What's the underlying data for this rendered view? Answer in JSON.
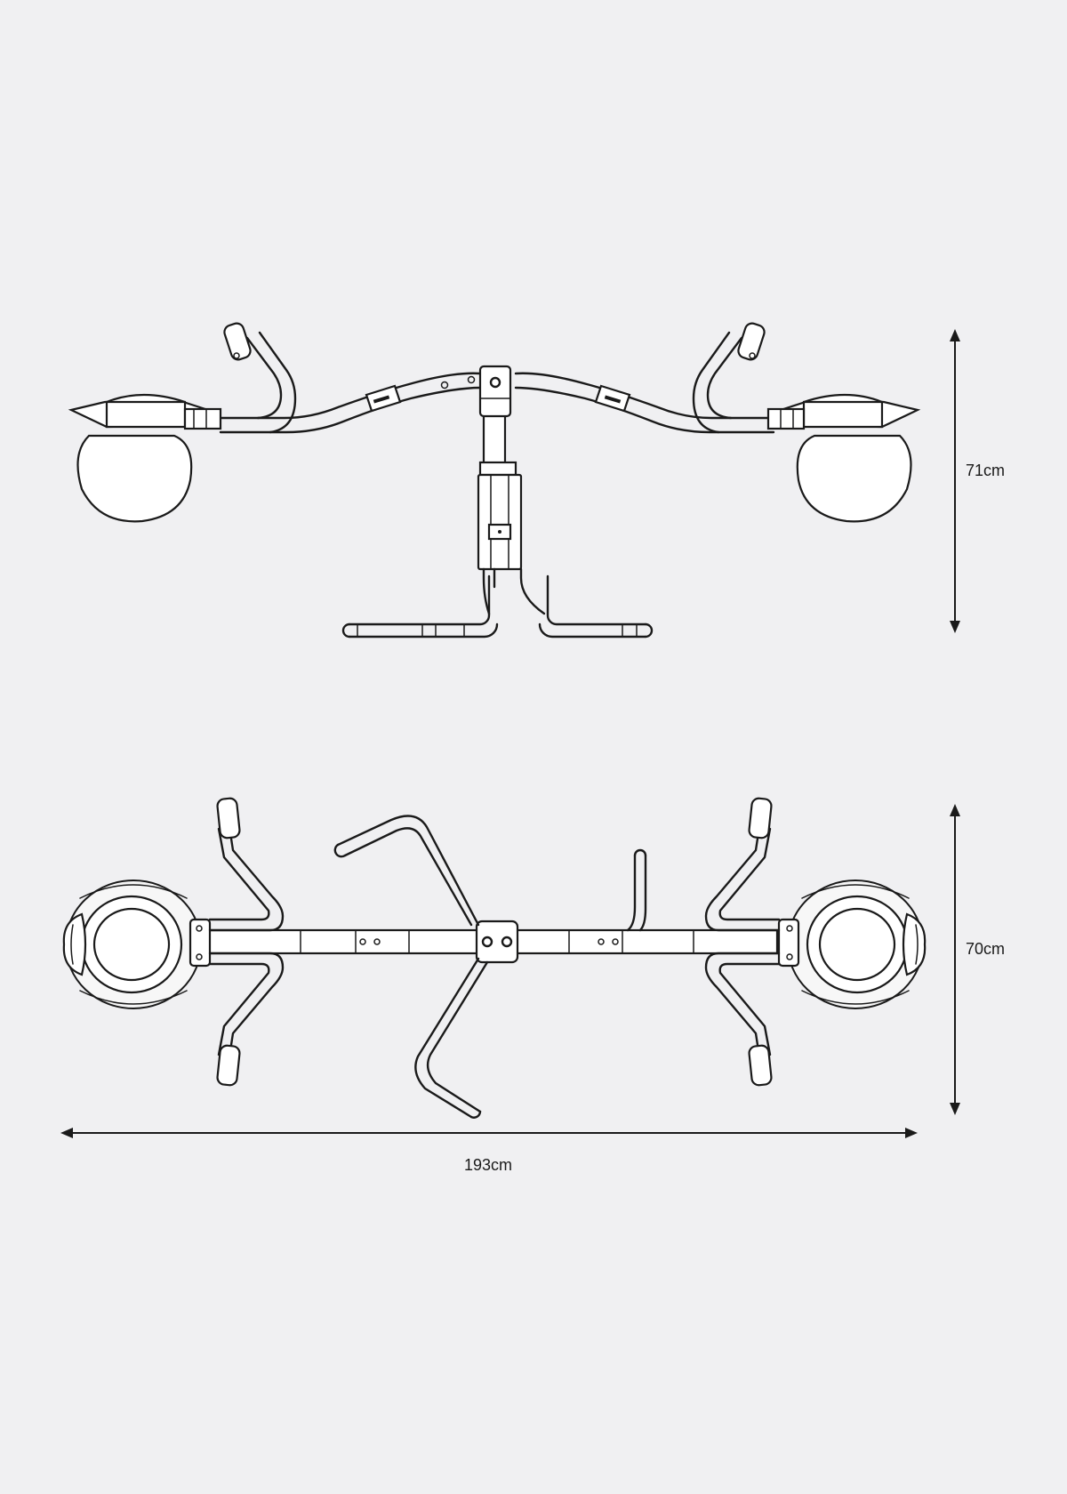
{
  "dimensions": {
    "height_side_view": "71cm",
    "depth_top_view": "70cm",
    "total_length": "193cm"
  },
  "colors": {
    "background": "#f0f0f2",
    "line": "#1a1a1a"
  }
}
